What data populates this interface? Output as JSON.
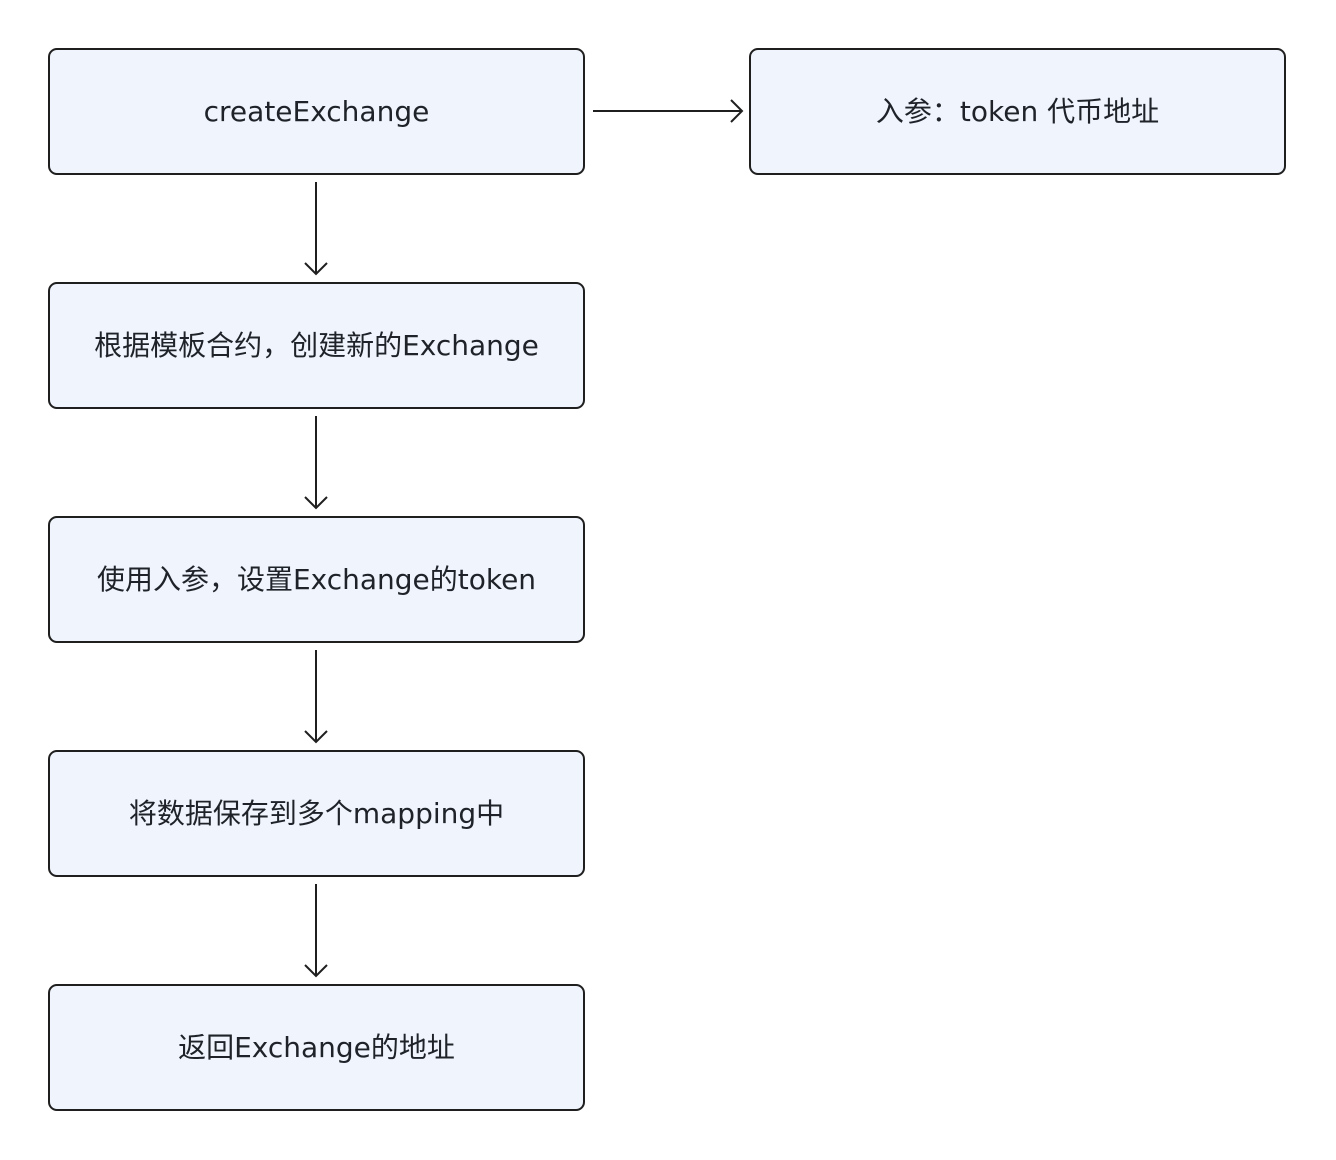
{
  "diagram": {
    "nodes": [
      {
        "id": "create-exchange",
        "label": "createExchange"
      },
      {
        "id": "input-param",
        "label": "入参：token 代币地址"
      },
      {
        "id": "create-from-template",
        "label": "根据模板合约，创建新的Exchange"
      },
      {
        "id": "set-token",
        "label": "使用入参，设置Exchange的token"
      },
      {
        "id": "save-mappings",
        "label": "将数据保存到多个mapping中"
      },
      {
        "id": "return-address",
        "label": "返回Exchange的地址"
      }
    ],
    "edges": [
      {
        "from": "create-exchange",
        "to": "input-param"
      },
      {
        "from": "create-exchange",
        "to": "create-from-template"
      },
      {
        "from": "create-from-template",
        "to": "set-token"
      },
      {
        "from": "set-token",
        "to": "save-mappings"
      },
      {
        "from": "save-mappings",
        "to": "return-address"
      }
    ],
    "colors": {
      "node_fill": "#eff4fd",
      "node_border": "#1f1f1f",
      "text": "#1f2329",
      "edge": "#1f1f1f"
    }
  }
}
